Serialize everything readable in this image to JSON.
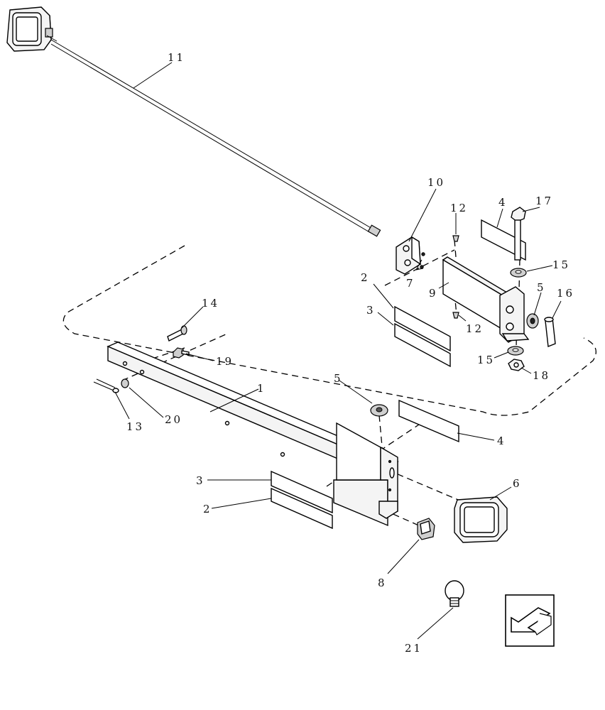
{
  "diagram": {
    "callouts": {
      "c1": "1",
      "c2a": "2",
      "c2b": "2",
      "c3a": "3",
      "c3b": "3",
      "c4a": "4",
      "c4b": "4",
      "c5a": "5",
      "c5b": "5",
      "c6": "6",
      "c7": "7",
      "c8": "8",
      "c9": "9",
      "c10": "10",
      "c11": "11",
      "c12a": "12",
      "c12b": "12",
      "c13": "13",
      "c14": "14",
      "c15a": "15",
      "c15b": "15",
      "c16": "16",
      "c17": "17",
      "c18": "18",
      "c19": "19",
      "c20": "20",
      "c21": "21"
    },
    "orientation_icon": "arrow-left-down-icon"
  }
}
